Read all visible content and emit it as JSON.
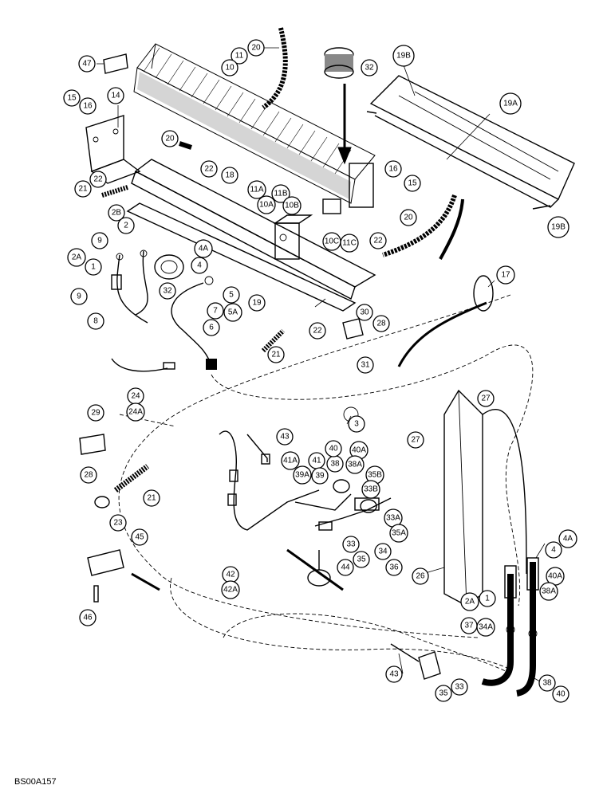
{
  "figure": {
    "reference_code": "BS00A157"
  },
  "callouts": {
    "c47": "47",
    "c11": "11",
    "c20a": "20",
    "c10": "10",
    "c32a": "32",
    "c19b1": "19B",
    "c15a": "15",
    "c16a": "16",
    "c14": "14",
    "c19a": "19A",
    "c20b": "20",
    "c22a": "22",
    "c18": "18",
    "c16b": "16",
    "c15b": "15",
    "c22b": "22",
    "c21a": "21",
    "c11a": "11A",
    "c11b": "11B",
    "c10a": "10A",
    "c10b": "10B",
    "c2b": "2B",
    "c2a": "2",
    "c9a": "9",
    "c19b2": "19B",
    "c20c": "20",
    "c4a": "4A",
    "c10c": "10C",
    "c11c": "11C",
    "c22c": "22",
    "c2A": "2A",
    "c1a": "1",
    "c4b": "4",
    "c32b": "32",
    "c17": "17",
    "c9b": "9",
    "c5": "5",
    "c5a": "5A",
    "c19": "19",
    "c7": "7",
    "c6": "6",
    "c8": "8",
    "c30": "30",
    "c22d": "22",
    "c28a": "28",
    "c21b": "21",
    "c31": "31",
    "c24": "24",
    "c24a": "24A",
    "c29": "29",
    "c3": "3",
    "c27a": "27",
    "c28b": "28",
    "c43a": "43",
    "c41a": "41A",
    "c41": "41",
    "c38": "38",
    "c40": "40",
    "c40a": "40A",
    "c39a": "39A",
    "c39": "39",
    "c38a": "38A",
    "c35b": "35B",
    "c33b": "33B",
    "c27b": "27",
    "c21c": "21",
    "c23": "23",
    "c33a": "33A",
    "c35a": "35A",
    "c45": "45",
    "c33": "33",
    "c34": "34",
    "c35": "35",
    "c36": "36",
    "c26": "26",
    "c4c": "4",
    "c4A2": "4A",
    "c40A2": "40A",
    "c44": "44",
    "c42": "42",
    "c42a": "42A",
    "c46": "46",
    "c2A2": "2A",
    "c1b": "1",
    "c38A2": "38A",
    "c37": "37",
    "c34a": "34A",
    "c43b": "43",
    "c35c": "35",
    "c33c": "33",
    "c38b": "38",
    "c40b": "40"
  }
}
